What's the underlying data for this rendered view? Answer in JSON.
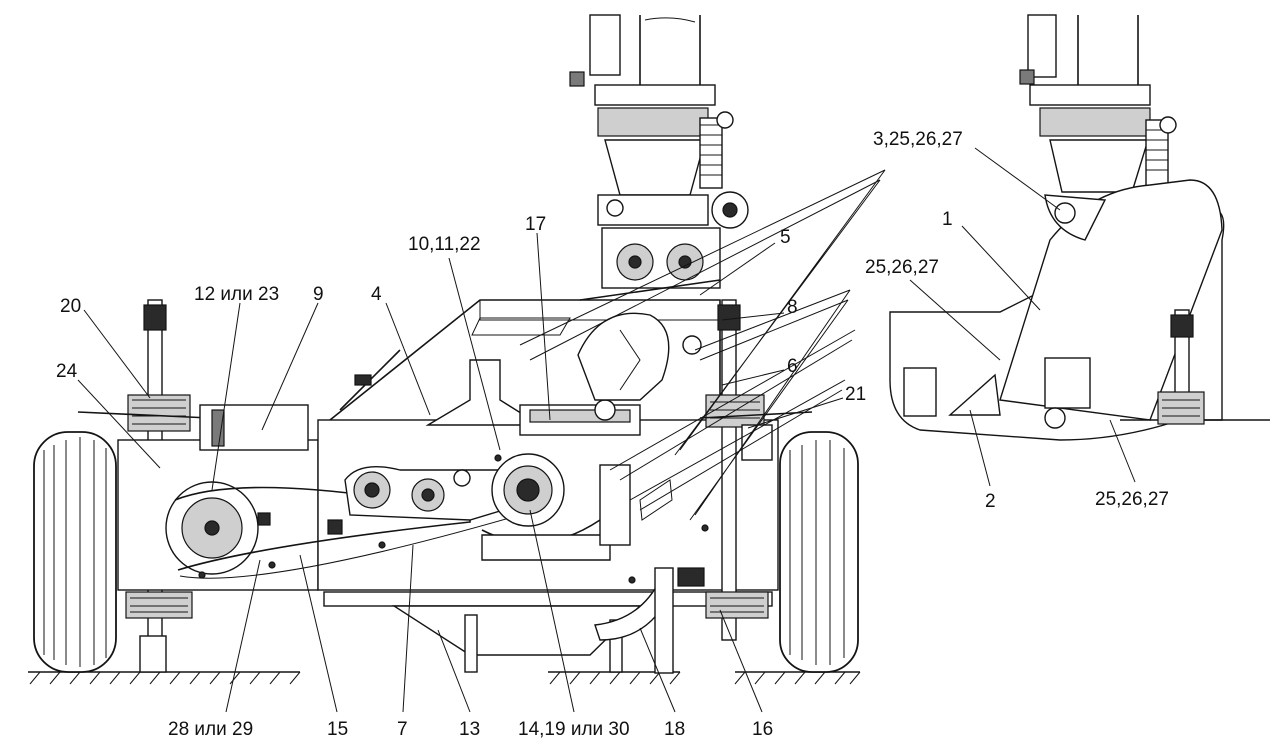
{
  "callouts": {
    "c1": "1",
    "c2": "2",
    "c3_25_26_27": "3,25,26,27",
    "c25_26_27_a": "25,26,27",
    "c25_26_27_b": "25,26,27",
    "c4": "4",
    "c5": "5",
    "c6": "6",
    "c7": "7",
    "c8": "8",
    "c9": "9",
    "c10_11_22": "10,11,22",
    "c12_23": "12 или 23",
    "c13": "13",
    "c14_19_30": "14,19 или 30",
    "c15": "15",
    "c16": "16",
    "c17": "17",
    "c18": "18",
    "c20": "20",
    "c21": "21",
    "c24": "24",
    "c28_29": "28 или 29"
  }
}
